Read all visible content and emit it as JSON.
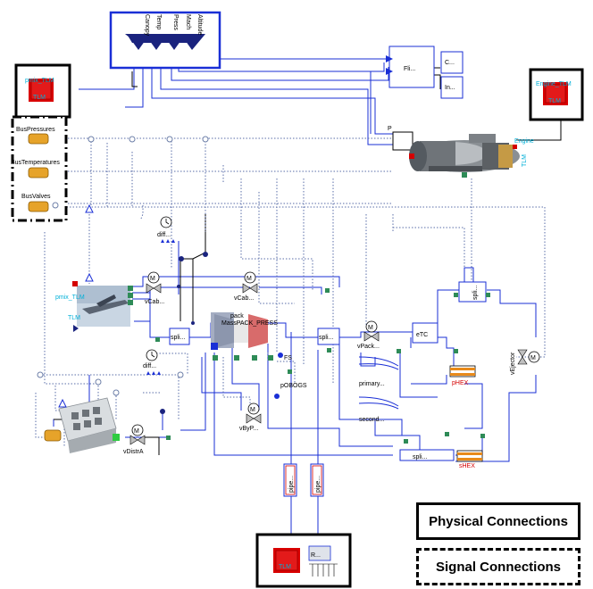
{
  "flight_block": {
    "pins": [
      "Canopy",
      "Temp",
      "Press",
      "Mach",
      "Altitude"
    ]
  },
  "blocks": {
    "fli": "Fli...",
    "c": "C...",
    "in": "In...",
    "p_small": "P",
    "engine_label": "Engine",
    "engine_tlm": "TLM",
    "engine_tlm_top": "Engine_TLM",
    "pmix_top": "pmix_TLM",
    "tlm": "TLM",
    "bus_pressures": "BusPressures",
    "bus_temperatures": "BusTemperatures",
    "bus_valves": "BusValves",
    "pmix_label": "pmix_TLM",
    "diff1": "diff...",
    "diff2": "diff...",
    "vcab1": "vCab...",
    "vcab2": "vCab...",
    "spli1": "spli...",
    "spli2": "spli...",
    "spli3": "spli...",
    "spli4": "spli...",
    "pack": "pack",
    "mass_pack": "MassPACK_PRESS",
    "fs": "FS",
    "pobogs": "pOBOGS",
    "vpack": "vPack...",
    "etc": "eTC",
    "primary": "primary...",
    "second": "second...",
    "phex": "pHEX",
    "shex": "sHEX",
    "vejector": "vEjector",
    "vbyp": "vByP...",
    "vdistra": "vDistrA",
    "pipe1": "pipe...",
    "pipe2": "pipe...",
    "bottom_tlm": "TLM",
    "r_label": "R..."
  },
  "legend": {
    "physical": "Physical Connections",
    "signal": "Signal Connections"
  }
}
